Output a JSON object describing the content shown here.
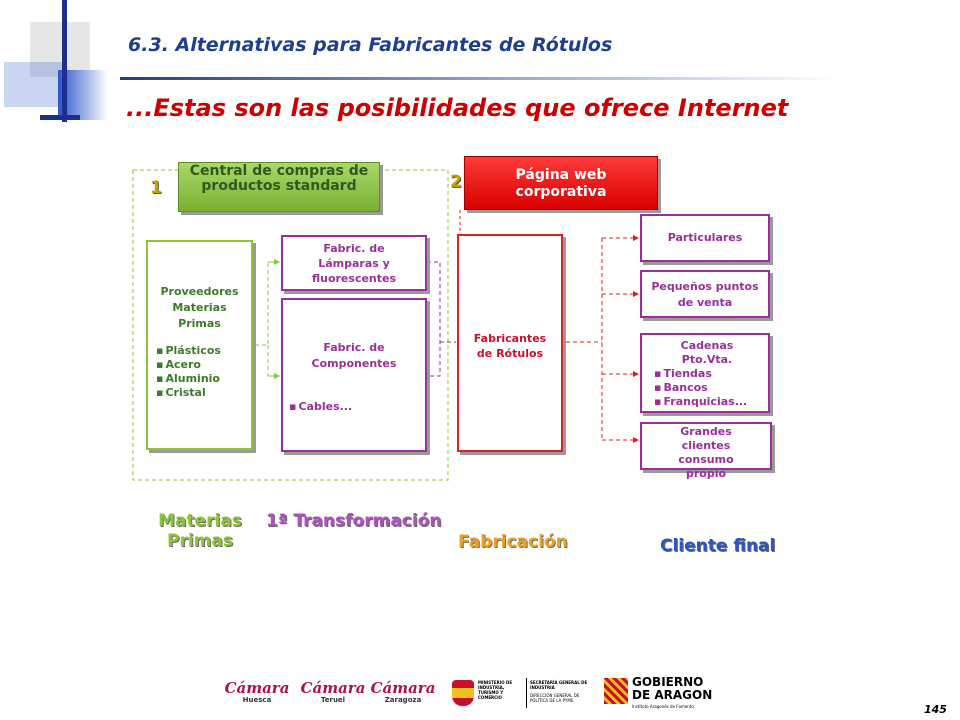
{
  "section_title": "6.3. Alternativas para Fabricantes de Rótulos",
  "main_title": "...Estas son las posibilidades que ofrece Internet",
  "page_number": "145",
  "numbers": {
    "one": "1",
    "two": "2"
  },
  "central": {
    "label": "Central de compras de productos standard"
  },
  "web": {
    "label": "Página web corporativa"
  },
  "proveedores": {
    "title": "Proveedores Materias Primas",
    "items": [
      "Plásticos",
      "Acero",
      "Aluminio",
      "Cristal"
    ]
  },
  "lamparas": {
    "label": "Fabric. de Lámparas y fluorescentes"
  },
  "componentes": {
    "title": "Fabric. de Componentes",
    "items": [
      "Cables..."
    ]
  },
  "fabricantes": {
    "label": "Fabricantes de Rótulos"
  },
  "clients": {
    "particulares": "Particulares",
    "pequenos": "Pequeños puntos de venta",
    "cadenas": {
      "title": "Cadenas Pto.Vta.",
      "items": [
        "Tiendas",
        "Bancos",
        "Franquicias..."
      ]
    },
    "grandes": "Grandes clientes consumo propio"
  },
  "stages": {
    "materias": "Materias Primas",
    "transformacion": "1ª Transformación",
    "fabricacion": "Fabricación",
    "cliente": "Cliente final"
  },
  "logos": {
    "camara_huesca": {
      "name": "Cámara",
      "sub": "Huesca"
    },
    "camara_teruel": {
      "name": "Cámara",
      "sub": "Teruel"
    },
    "camara_zaragoza": {
      "name": "Cámara",
      "sub": "Zaragoza"
    },
    "ministerio": "MINISTERIO DE INDUSTRIA, TURISMO Y COMERCIO",
    "secretaria": "SECRETARÍA GENERAL DE INDUSTRIA",
    "direccion": "DIRECCIÓN GENERAL DE POLÍTICA DE LA PYME",
    "gobierno_1": "GOBIERNO",
    "gobierno_2": "DE ARAGON",
    "instituto": "Instituto Aragonés de Fomento"
  },
  "colors": {
    "title_blue": "#1e3e8e",
    "title_red": "#cc0000",
    "green": "#8cc43a",
    "magenta": "#9a2e9a",
    "red": "#e02020"
  }
}
